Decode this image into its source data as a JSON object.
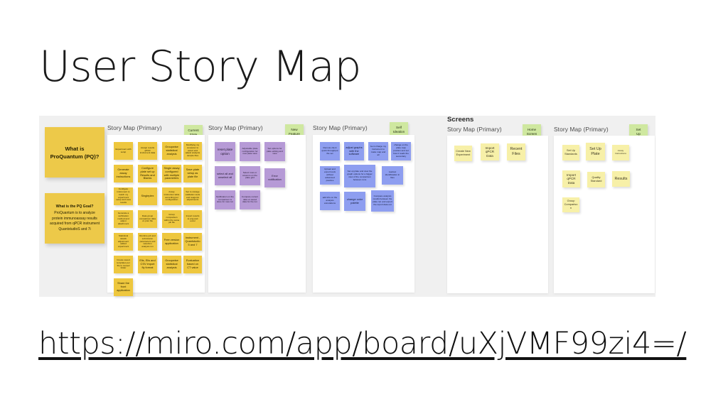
{
  "slide": {
    "title": "User Story Map",
    "url": "https://miro.com/app/board/uXjVMF99zi4=/"
  },
  "colors": {
    "board_background": "#f0f0f0",
    "canvas": "#ffffff",
    "note_yellow": "#eec73e",
    "note_pale_yellow": "#f7f0a8",
    "note_purple": "#b69ad6",
    "note_blue": "#8e9ef0",
    "badge_green": "#cfe8a0",
    "title_text": "#1a1a1a"
  },
  "intro": {
    "title_card": "What is ProQuantum (PQ)?",
    "goal_card": {
      "question": "What is the PQ Goal?",
      "answer": "ProQuantum is to analyze protein immunoassay results acquired from qPCR instrument QuantstudioS and 7i"
    }
  },
  "group_labels": {
    "screens": "Screens"
  },
  "panels": [
    {
      "header": "Story Map (Primary)",
      "badge": "Current State",
      "badge_lines": [
        "Current",
        "State"
      ],
      "color": "yellow",
      "notes": [
        "Experiment with setup",
        "Assign results qPCR instrument data",
        "Edit experiment parameters",
        "Run selection",
        "Groupwise statistical analysis",
        "Modifying my computer to select and adjust analysis sample files",
        "Generate assay instructions",
        "Configure plate set up Results and Blanks",
        "Single assay configured with multiple parameters",
        "Save plate setup as plate file",
        "Configure instrument to match my experiment setup and view results",
        "Singleplex",
        "Assay instruction table according per configuration",
        "Set to storage validation tools and reagents adjustments",
        "Generate a verification method and adjust attachment",
        "Data group comparison data vs prior file",
        "Group comparison within the same job file",
        "Import results to png and excel",
        "Statistical details adjustment added experiment",
        "Runtime job and submission parameters and selection analysis run",
        "Free version application",
        "Instrument - Quantstudio 5 and 7",
        "Create saved templates per file to reused folder",
        "Elis, Elis and CSV import fly format",
        "Groupwise statistical analysis",
        "Evaluation based on CT value",
        "Share the front application"
      ]
    },
    {
      "header": "Story Map (Primary)",
      "badge": "New Feature",
      "badge_lines": [
        "New",
        "Feature"
      ],
      "color": "purple",
      "notes": [
        "reset plate option",
        "Adjustable plate configuration for new plate view",
        "Set options for plate editing and view",
        "select all and unselect all",
        "Select rows or columns on the plate grid",
        "Error notification",
        "Notification on the comparison is done for new run",
        "Compare current data vs saved data for the run"
      ]
    },
    {
      "header": "Story Map (Primary)",
      "badge": "Self Ideation",
      "badge_lines": [
        "Self",
        "Ideation"
      ],
      "color": "blue",
      "notes": [
        "Remote client quick throughput file set",
        "adjust graphs with the software",
        "be in charge my instrument to make map and all",
        "change on the plate map position and set how it reads the secondary",
        "Upload and export tools without advanced practice",
        "Set up plate and view the graph options for a bigger view of the comparison between runs",
        "readout identification in files",
        "add info on the analysis annotations",
        "change color palette",
        "Compare analysis results between the plate run and export the report data out"
      ]
    },
    {
      "header": "Story Map (Primary)",
      "badge": "Home Screen",
      "badge_lines": [
        "Home",
        "Screen"
      ],
      "color": "pale-yellow",
      "notes": [
        "Create New Experiment",
        "Import qPCR Data",
        "Recent Files"
      ]
    },
    {
      "header": "Story Map (Primary)",
      "badge": "Set Up",
      "badge_lines": [
        "Set",
        "Up"
      ],
      "color": "pale-yellow",
      "notes": [
        "Set Up Standards",
        "Set Up Plate",
        "Assay Instructions",
        "Import qPCR Data",
        "Quality Standard",
        "Results",
        "Group Comparison"
      ]
    }
  ]
}
